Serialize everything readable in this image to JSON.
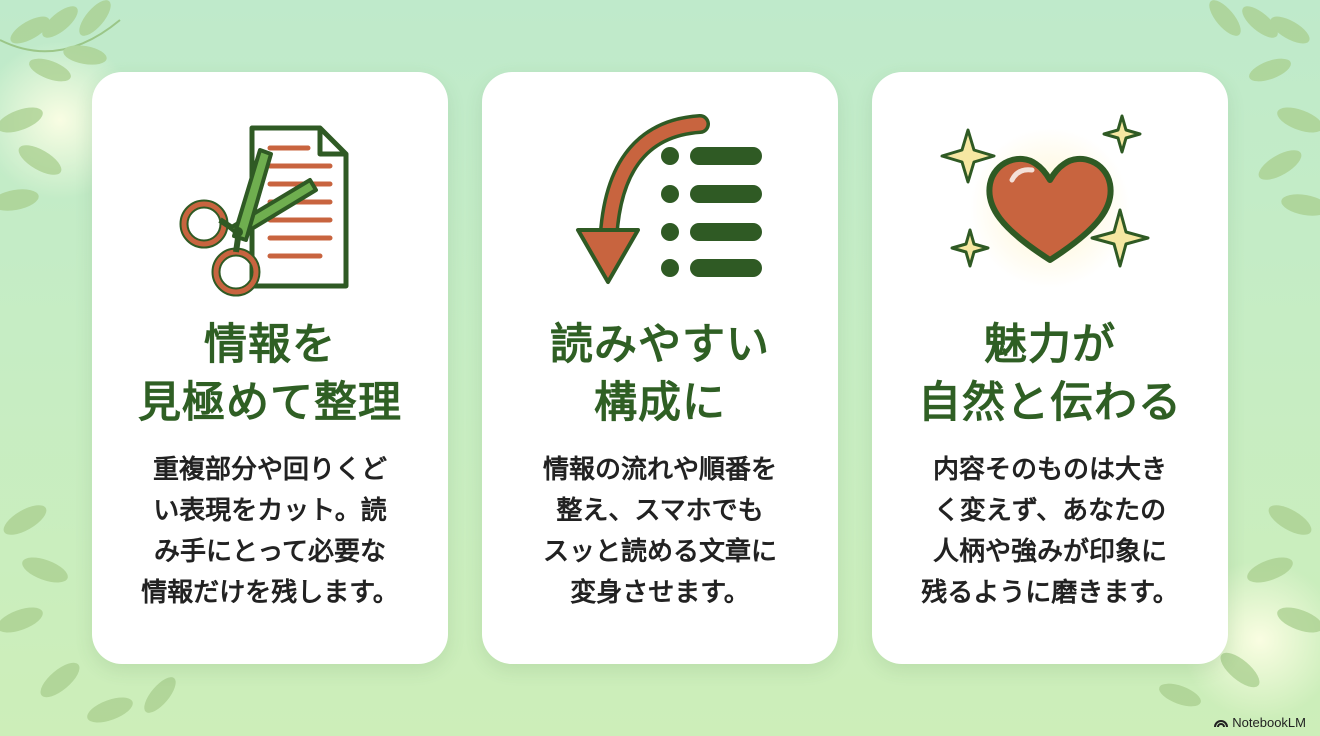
{
  "cards": [
    {
      "title": [
        "情報を",
        "見極めて整理"
      ],
      "body": [
        "重複部分や回りくど",
        "い表現をカット。読",
        "み手にとって必要な",
        "情報だけを残します。"
      ],
      "icon": "scissors-document-icon"
    },
    {
      "title": [
        "読みやすい",
        "構成に"
      ],
      "body": [
        "情報の流れや順番を",
        "整え、スマホでも",
        "スッと読める文章に",
        "変身させます。"
      ],
      "icon": "reorder-list-icon"
    },
    {
      "title": [
        "魅力が",
        "自然と伝わる"
      ],
      "body": [
        "内容そのものは大き",
        "く変えず、あなたの",
        "人柄や強みが印象に",
        "残るように磨きます。"
      ],
      "icon": "sparkling-heart-icon"
    }
  ],
  "brand": {
    "label": "NotebookLM",
    "icon": "notebooklm-logo-icon"
  },
  "colors": {
    "title": "#2f5f24",
    "accent": "#c8643f",
    "icon_dark": "#2f5a24",
    "background": "#c6edc4"
  }
}
